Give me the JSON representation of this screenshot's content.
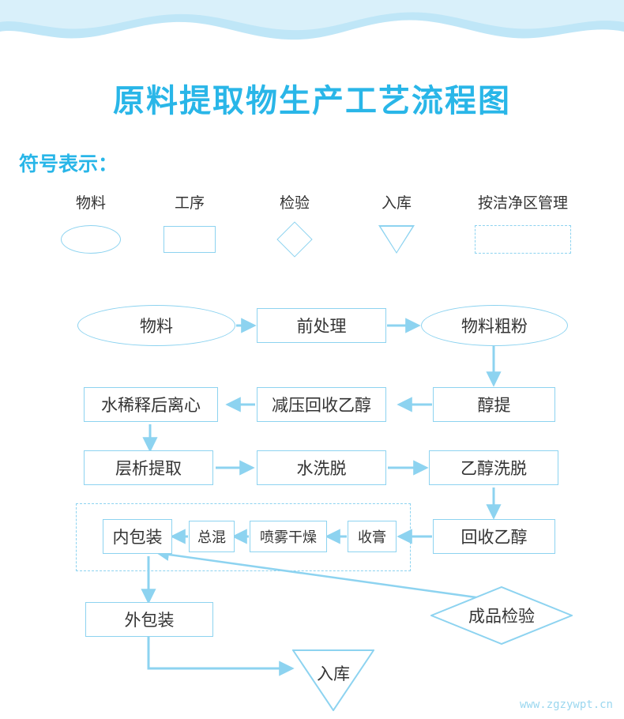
{
  "title": "原料提取物生产工艺流程图",
  "legend": {
    "heading": "符号表示：",
    "items": [
      {
        "label": "物料",
        "shape": "ellipse"
      },
      {
        "label": "工序",
        "shape": "rect"
      },
      {
        "label": "检验",
        "shape": "diamond"
      },
      {
        "label": "入库",
        "shape": "triangle"
      },
      {
        "label": "按洁净区管理",
        "shape": "dashed-rect"
      }
    ]
  },
  "flow": {
    "nodes": [
      {
        "id": "material",
        "label": "物料",
        "shape": "ellipse"
      },
      {
        "id": "pretreat",
        "label": "前处理",
        "shape": "rect"
      },
      {
        "id": "coarse",
        "label": "物料粗粉",
        "shape": "ellipse"
      },
      {
        "id": "alcohol_extract",
        "label": "醇提",
        "shape": "rect"
      },
      {
        "id": "recover_ethanol_vac",
        "label": "减压回收乙醇",
        "shape": "rect"
      },
      {
        "id": "water_dilute_centrifuge",
        "label": "水稀释后离心",
        "shape": "rect"
      },
      {
        "id": "chroma_extract",
        "label": "层析提取",
        "shape": "rect"
      },
      {
        "id": "water_wash",
        "label": "水洗脱",
        "shape": "rect"
      },
      {
        "id": "ethanol_wash",
        "label": "乙醇洗脱",
        "shape": "rect"
      },
      {
        "id": "recover_ethanol",
        "label": "回收乙醇",
        "shape": "rect"
      },
      {
        "id": "collect_paste",
        "label": "收膏",
        "shape": "rect"
      },
      {
        "id": "spray_dry",
        "label": "喷雾干燥",
        "shape": "rect"
      },
      {
        "id": "total_mix",
        "label": "总混",
        "shape": "rect"
      },
      {
        "id": "inner_pack",
        "label": "内包装",
        "shape": "rect"
      },
      {
        "id": "outer_pack",
        "label": "外包装",
        "shape": "rect"
      },
      {
        "id": "final_inspect",
        "label": "成品检验",
        "shape": "diamond"
      },
      {
        "id": "warehouse",
        "label": "入库",
        "shape": "triangle"
      }
    ]
  },
  "watermark": "www.zgzywpt.cn",
  "colors": {
    "accent": "#29b6e8",
    "line": "#8dd3f0",
    "wave": "#bfe6f7",
    "text": "#333333"
  }
}
